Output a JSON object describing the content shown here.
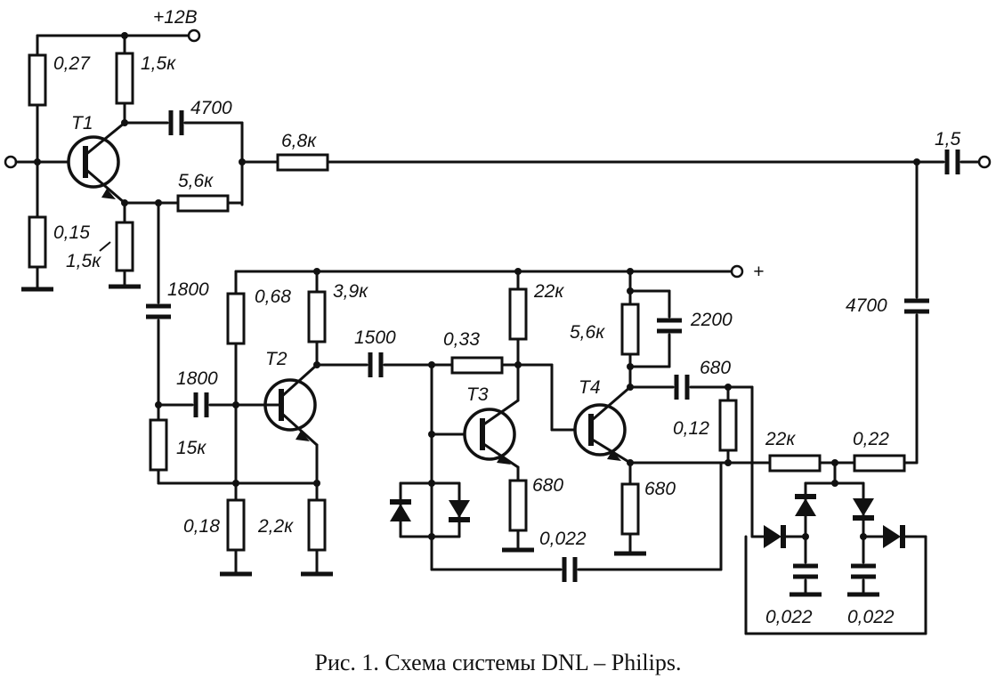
{
  "labels": {
    "supply_12v": "+12В",
    "r1": "0,27",
    "r2": "1,5к",
    "c1": "4700",
    "t1": "T1",
    "r_68k": "6,8к",
    "c_out": "1,5",
    "r_56k_a": "5,6к",
    "r3": "0,15",
    "r4": "1,5к",
    "c_1800a": "1800",
    "plus": "+",
    "r_068": "0,68",
    "r_39k": "3,9к",
    "r_22k_a": "22к",
    "r_56k_b": "5,6к",
    "c_2200": "2200",
    "c_4700b": "4700",
    "t2": "T2",
    "c_1500": "1500",
    "r_033": "0,33",
    "t3": "T3",
    "t4": "T4",
    "c_680": "680",
    "r_012": "0,12",
    "c_1800b": "1800",
    "r_15k": "15к",
    "r_22k_b": "22к",
    "r_022": "0,22",
    "r_680a": "680",
    "r_680b": "680",
    "r_018": "0,18",
    "r_22k_c": "2,2к",
    "c_0022a": "0,022",
    "c_0022b": "0,022",
    "c_0022c": "0,022"
  },
  "caption": "Рис. 1. Схема системы DNL – Philips."
}
